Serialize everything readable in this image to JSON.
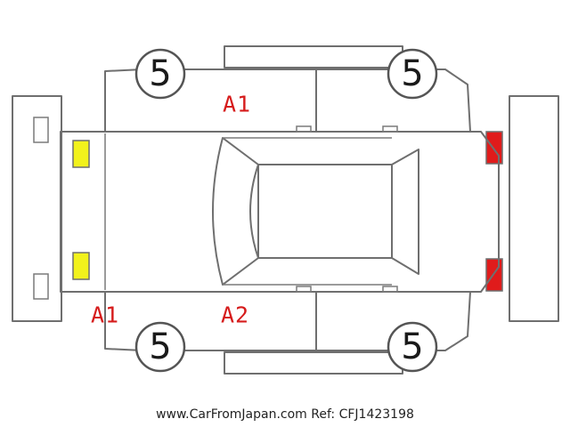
{
  "wheels": {
    "front_left": "5",
    "front_right": "5",
    "rear_left": "5",
    "rear_right": "5"
  },
  "damage_marks": {
    "hood_left": "A1",
    "front_bumper_left": "A1",
    "hood_right": "A2"
  },
  "footer": {
    "site": "www.CarFromJapan.com",
    "ref": "Ref: CFJ1423198"
  },
  "colors": {
    "lamp_front": "#f2f21c",
    "lamp_rear": "#e01b1b",
    "damage_text": "#d61c1c"
  }
}
